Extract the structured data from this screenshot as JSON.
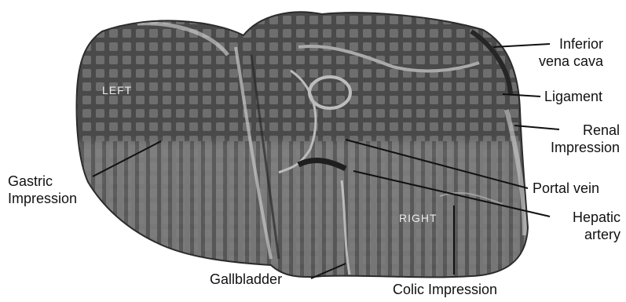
{
  "figure": {
    "labels": {
      "inferior_vena_cava": [
        "Inferior",
        "vena cava"
      ],
      "ligament": "Ligament",
      "renal_impression": [
        "Renal",
        "Impression"
      ],
      "gastric_impression": [
        "Gastric",
        "Impression"
      ],
      "portal_vein": "Portal vein",
      "hepatic_artery": [
        "Hepatic",
        "artery"
      ],
      "gallbladder": "Gallbladder",
      "colic_impression": "Colic Impression",
      "left": "LEFT",
      "right": "RIGHT"
    },
    "colors": {
      "organ_dark": "#3d3d3d",
      "organ_light": "#7a7a7a",
      "grid": "#9a9a9a",
      "leader": "#111111"
    }
  }
}
